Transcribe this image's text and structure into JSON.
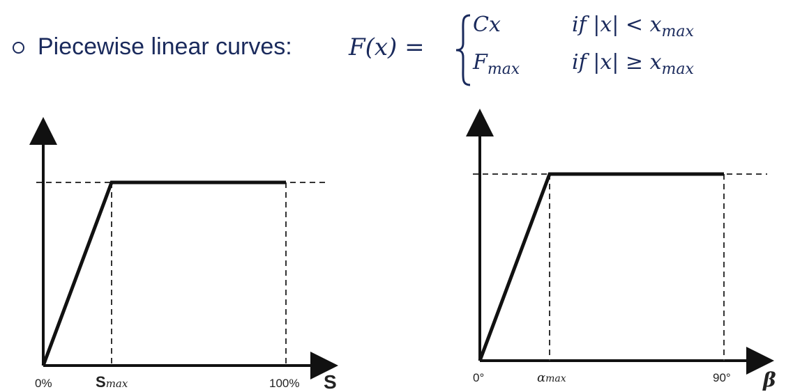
{
  "bullet": {
    "text": "Piecewise linear curves:"
  },
  "formula": {
    "lhs": "F(x) =",
    "case1_value": "Cx",
    "case1_condition": "if |x| < x",
    "case1_condition_sub": "max",
    "case2_value": "F",
    "case2_value_sub": "max",
    "case2_condition": "if |x| ≥ x",
    "case2_condition_sub": "max"
  },
  "left_plot": {
    "x_axis_name": "S",
    "tick_start": "0%",
    "tick_knee_main": "S",
    "tick_knee_sub": "max",
    "tick_end": "100%"
  },
  "right_plot": {
    "x_axis_name": "β",
    "tick_start": "0°",
    "tick_knee": "α",
    "tick_knee_sub": "max",
    "tick_end": "90°"
  },
  "colors": {
    "text_navy": "#1a2a5c",
    "line": "#111111",
    "dashed": "#333333"
  }
}
